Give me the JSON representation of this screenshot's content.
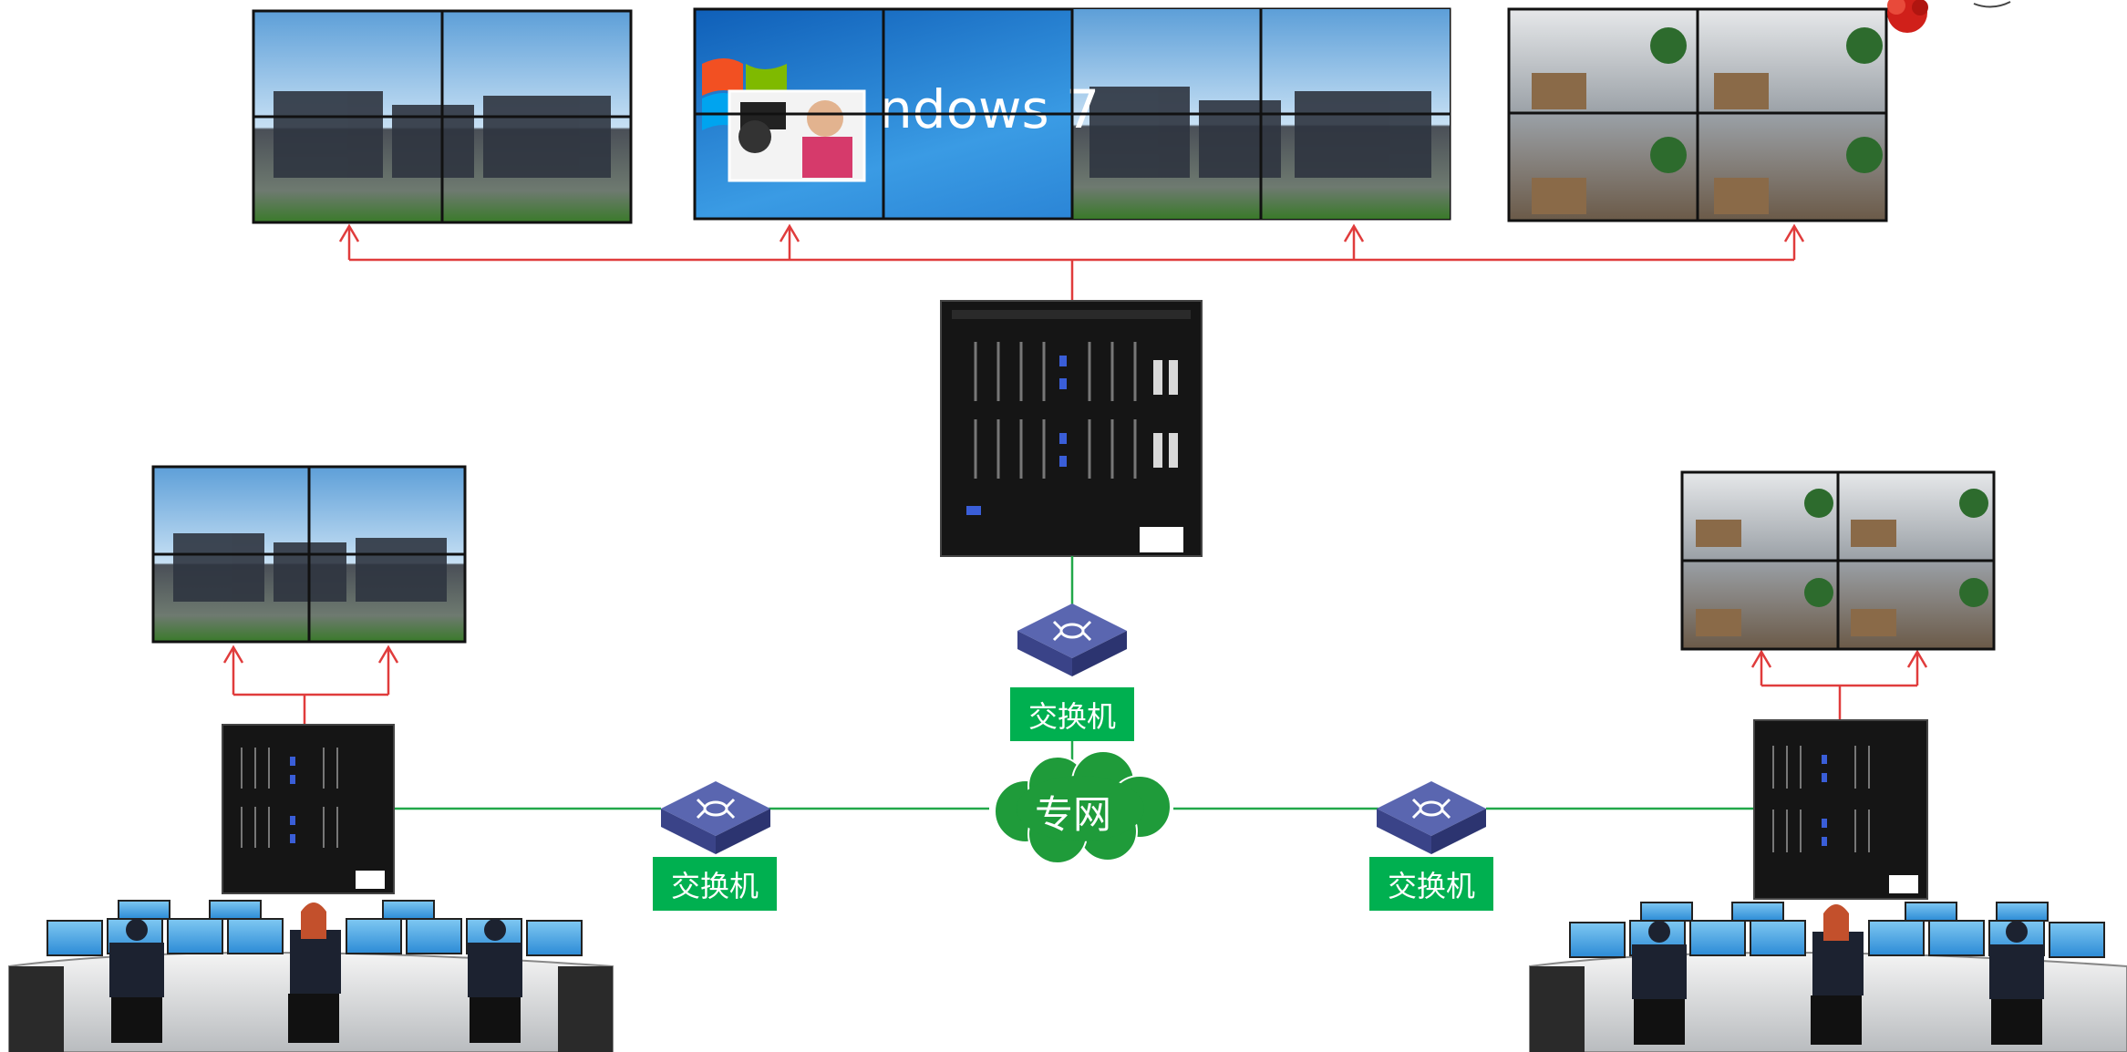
{
  "colors": {
    "red_link": "#e03c3c",
    "green_link": "#22a84a",
    "label_bg": "#00b050",
    "cloud": "#1f9b3a",
    "switch_top": "#5a66b0",
    "switch_side": "#3a4388"
  },
  "icons": {
    "switch": "network-switch-icon",
    "cloud": "private-network-cloud-icon",
    "matrix": "video-matrix-chassis-icon",
    "wall": "video-wall-icon",
    "console": "operator-console-icon"
  },
  "labels": {
    "switch_center": "交换机",
    "switch_left": "交换机",
    "switch_right": "交换机",
    "cloud": "专网"
  },
  "wall_text": {
    "win7": "ndows 7"
  }
}
